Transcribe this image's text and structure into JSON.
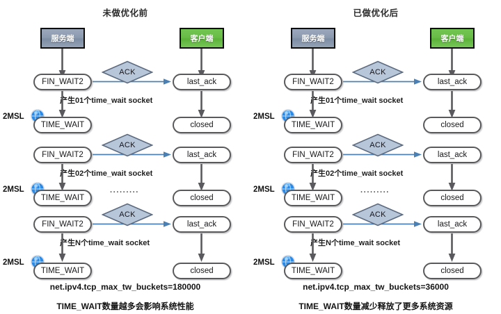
{
  "panels": [
    {
      "id": "before",
      "title": "未做优化前",
      "endpoints": {
        "server": "服务端",
        "client": "客户端"
      },
      "rows": [
        {
          "server_state": "FIN_WAIT2",
          "client_state": "last_ack",
          "message": "ACK",
          "note": "产生01个time_wait socket",
          "server_next": "TIME_WAIT",
          "client_next": "closed",
          "timer": "2MSL"
        },
        {
          "server_state": "FIN_WAIT2",
          "client_state": "last_ack",
          "message": "ACK",
          "note": "产生02个time_wait socket",
          "server_next": "TIME_WAIT",
          "client_next": "closed",
          "timer": "2MSL"
        },
        {
          "server_state": "FIN_WAIT2",
          "client_state": "last_ack",
          "message": "ACK",
          "note": "产生N个time_wait socket",
          "server_next": "TIME_WAIT",
          "client_next": "closed",
          "timer": "2MSL"
        }
      ],
      "ellipsis": "·········",
      "sysctl": "net.ipv4.tcp_max_tw_buckets=180000",
      "summary": "TIME_WAIT数量越多会影响系统性能"
    },
    {
      "id": "after",
      "title": "已做优化后",
      "endpoints": {
        "server": "服务端",
        "client": "客户端"
      },
      "rows": [
        {
          "server_state": "FIN_WAIT2",
          "client_state": "last_ack",
          "message": "ACK",
          "note": "产生01个time_wait socket",
          "server_next": "TIME_WAIT",
          "client_next": "closed",
          "timer": "2MSL"
        },
        {
          "server_state": "FIN_WAIT2",
          "client_state": "last_ack",
          "message": "ACK",
          "note": "产生02个time_wait socket",
          "server_next": "TIME_WAIT",
          "client_next": "closed",
          "timer": "2MSL"
        },
        {
          "server_state": "FIN_WAIT2",
          "client_state": "last_ack",
          "message": "ACK",
          "note": "产生N个time_wait socket",
          "server_next": "TIME_WAIT",
          "client_next": "closed",
          "timer": "2MSL"
        }
      ],
      "ellipsis": "·········",
      "sysctl": "net.ipv4.tcp_max_tw_buckets=36000",
      "summary": "TIME_WAIT数量减少释放了更多系统资源"
    }
  ],
  "icons": {
    "timer": "globe-clock-icon",
    "message": "ack-diamond-icon",
    "flow_down": "down-arrow-icon",
    "flow_right": "right-arrow-icon"
  },
  "colors": {
    "server_box": "#8d9bb0",
    "client_box": "#69bd47",
    "ack_fill": "#b8c6da",
    "ack_stroke": "#5d6b80",
    "arrow_gray": "#5a5a5e",
    "arrow_blue": "#4a80b4",
    "state_border": "#59595c",
    "background": "#ffffff"
  }
}
